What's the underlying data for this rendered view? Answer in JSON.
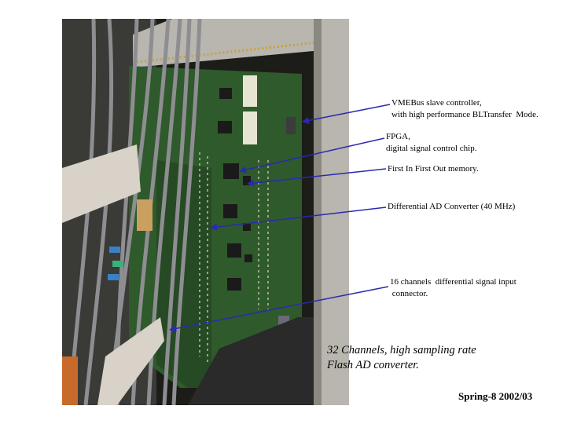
{
  "photo": {
    "colors": {
      "rack_dark": "#1c1c18",
      "rack_metal": "#b8b6ae",
      "board_green": "#2f5a2c",
      "chip": "#1a1a1a",
      "connector": "#e8e4d4",
      "cable_grey": "#8e8e92",
      "ribbon": "#d8d2c8"
    }
  },
  "callouts": [
    {
      "id": "vme",
      "lines": [
        "VMEBus slave controller,",
        "with high performance BLTransfer  Mode."
      ]
    },
    {
      "id": "fpga",
      "lines": [
        "FPGA,",
        "digital signal control chip."
      ]
    },
    {
      "id": "fifo",
      "lines": [
        "First In First Out memory."
      ]
    },
    {
      "id": "adc",
      "lines": [
        "Differential AD Converter (40 MHz)"
      ]
    },
    {
      "id": "conn",
      "lines": [
        "16 channels  differential signal input",
        " connector."
      ]
    }
  ],
  "arrow_color": "#2a2ab0",
  "headline": {
    "line1": "32 Channels, high sampling rate",
    "line2": "Flash AD converter."
  },
  "footer": "Spring-8 2002/03"
}
